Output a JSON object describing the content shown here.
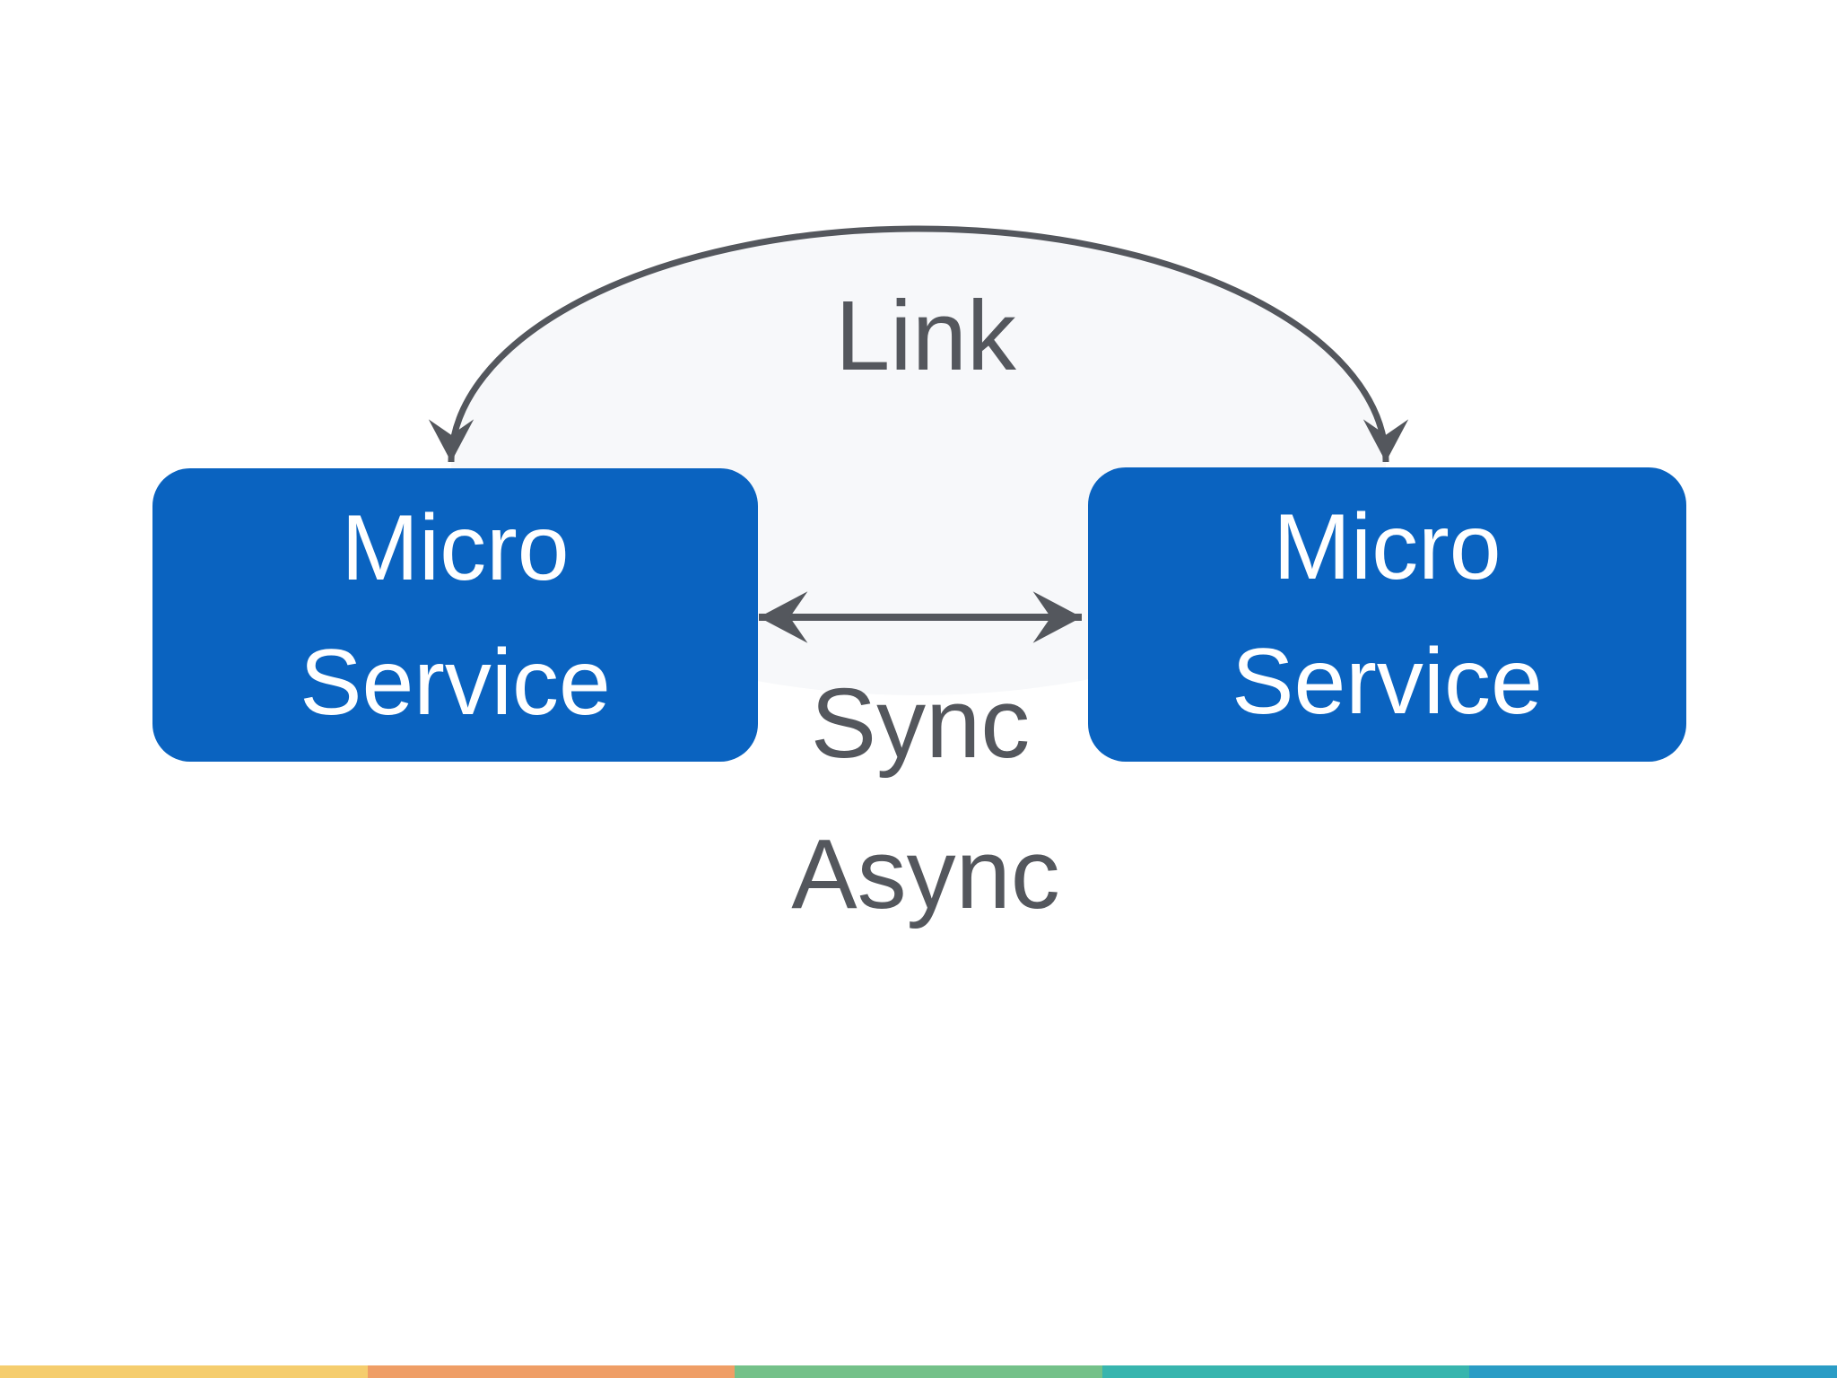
{
  "diagram": {
    "nodes": [
      {
        "id": "microservice-left",
        "lines": [
          "Micro",
          "Service"
        ]
      },
      {
        "id": "microservice-right",
        "lines": [
          "Micro",
          "Service"
        ]
      }
    ],
    "edge_labels": {
      "link": "Link",
      "sync": "Sync",
      "async": "Async"
    },
    "colors": {
      "node_fill": "#0a63c0",
      "node_text": "#ffffff",
      "connector": "#54575d",
      "label_text": "#54575d",
      "arc_fill": "#f7f8fa"
    },
    "footer_stripe_colors": [
      "#f5cd6e",
      "#ef9e66",
      "#74c189",
      "#38b5ae",
      "#2a9cc5"
    ]
  }
}
